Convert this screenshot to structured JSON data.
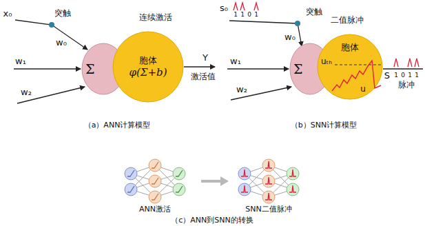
{
  "diagram": {
    "nodes": [
      {
        "text": [
          "Σ"
        ]
      },
      {
        "text": [
          "胞体",
          "φ(Σ+b)"
        ]
      },
      {
        "text": [
          "Σ"
        ]
      },
      {
        "text": [
          "胞体"
        ]
      }
    ],
    "labels": [
      "x₀",
      "突触",
      "w₀",
      "w₁",
      "w₂",
      "连续激活",
      "Y",
      "激活值",
      "（a）ANN计算模型",
      "s₀",
      "1",
      "1",
      "0",
      "1",
      "突触",
      "w₀",
      "w₁",
      "w₂",
      "二值脉冲",
      "uₜₕ",
      "u",
      "S",
      "1",
      "0",
      "1",
      "1",
      "脉冲",
      "（b）SNN计算模型",
      "ANN激活",
      "SNN二值脉冲",
      "（c）ANN到SNN的转换"
    ]
  }
}
